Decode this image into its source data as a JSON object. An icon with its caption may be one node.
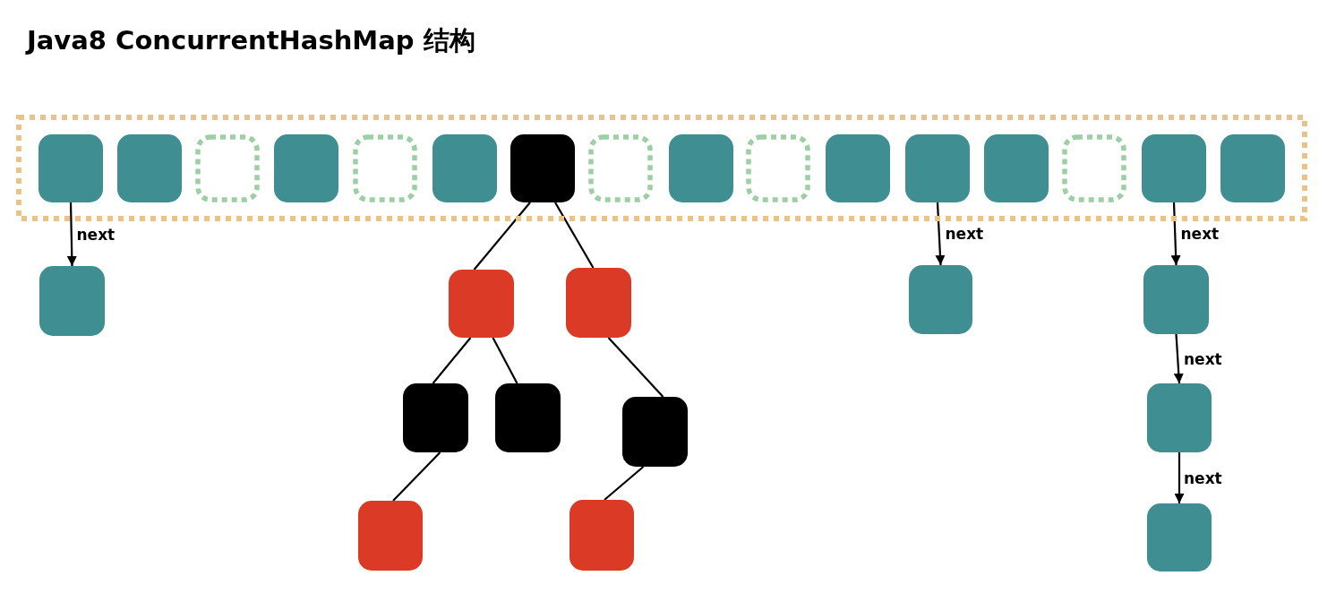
{
  "diagram": {
    "title": "Java8 ConcurrentHashMap 结构",
    "nodes": [
      {
        "text": [],
        "shape": "box"
      },
      {
        "text": [],
        "shape": "box",
        "in": 0
      },
      {
        "text": [],
        "shape": "box",
        "in": 0
      },
      {
        "text": [],
        "shape": "box",
        "in": 0
      },
      {
        "text": [],
        "shape": "box",
        "in": 0
      },
      {
        "text": [],
        "shape": "box",
        "in": 0
      },
      {
        "text": [],
        "shape": "box",
        "in": 0
      },
      {
        "text": [],
        "shape": "box",
        "in": 0
      },
      {
        "text": [],
        "shape": "box",
        "in": 0
      },
      {
        "text": [],
        "shape": "box",
        "in": 0
      },
      {
        "text": [],
        "shape": "box",
        "in": 0
      },
      {
        "text": [],
        "shape": "box",
        "in": 0
      },
      {
        "text": [],
        "shape": "box",
        "in": 0
      },
      {
        "text": [],
        "shape": "box",
        "in": 0
      },
      {
        "text": [],
        "shape": "box",
        "in": 0
      },
      {
        "text": [],
        "shape": "box",
        "in": 0
      },
      {
        "text": [],
        "shape": "box",
        "in": 0
      },
      {
        "text": [],
        "shape": "box"
      },
      {
        "text": [],
        "shape": "box"
      },
      {
        "text": [],
        "shape": "box"
      },
      {
        "text": [],
        "shape": "box"
      },
      {
        "text": [],
        "shape": "box"
      },
      {
        "text": [],
        "shape": "box"
      },
      {
        "text": [],
        "shape": "box"
      },
      {
        "text": [],
        "shape": "box"
      },
      {
        "text": [],
        "shape": "box"
      },
      {
        "text": [],
        "shape": "box"
      },
      {
        "text": [],
        "shape": "box"
      },
      {
        "text": [],
        "shape": "box"
      }
    ],
    "edges": [
      {
        "from": 1,
        "to": 17,
        "arrow": "to",
        "label": "next"
      },
      {
        "from": 7,
        "to": 18,
        "arrow": "none"
      },
      {
        "from": 7,
        "to": 19,
        "arrow": "none"
      },
      {
        "from": 12,
        "to": 20,
        "arrow": "to",
        "label": "next"
      },
      {
        "from": 15,
        "to": 21,
        "arrow": "to",
        "label": "next"
      },
      {
        "from": 18,
        "to": 22,
        "arrow": "none"
      },
      {
        "from": 18,
        "to": 23,
        "arrow": "none"
      },
      {
        "from": 19,
        "to": 24,
        "arrow": "none"
      },
      {
        "from": 21,
        "to": 25,
        "arrow": "to",
        "label": "next"
      },
      {
        "from": 22,
        "to": 26,
        "arrow": "none"
      },
      {
        "from": 24,
        "to": 27,
        "arrow": "none"
      },
      {
        "from": 25,
        "to": 28,
        "arrow": "to",
        "label": "next"
      }
    ]
  }
}
